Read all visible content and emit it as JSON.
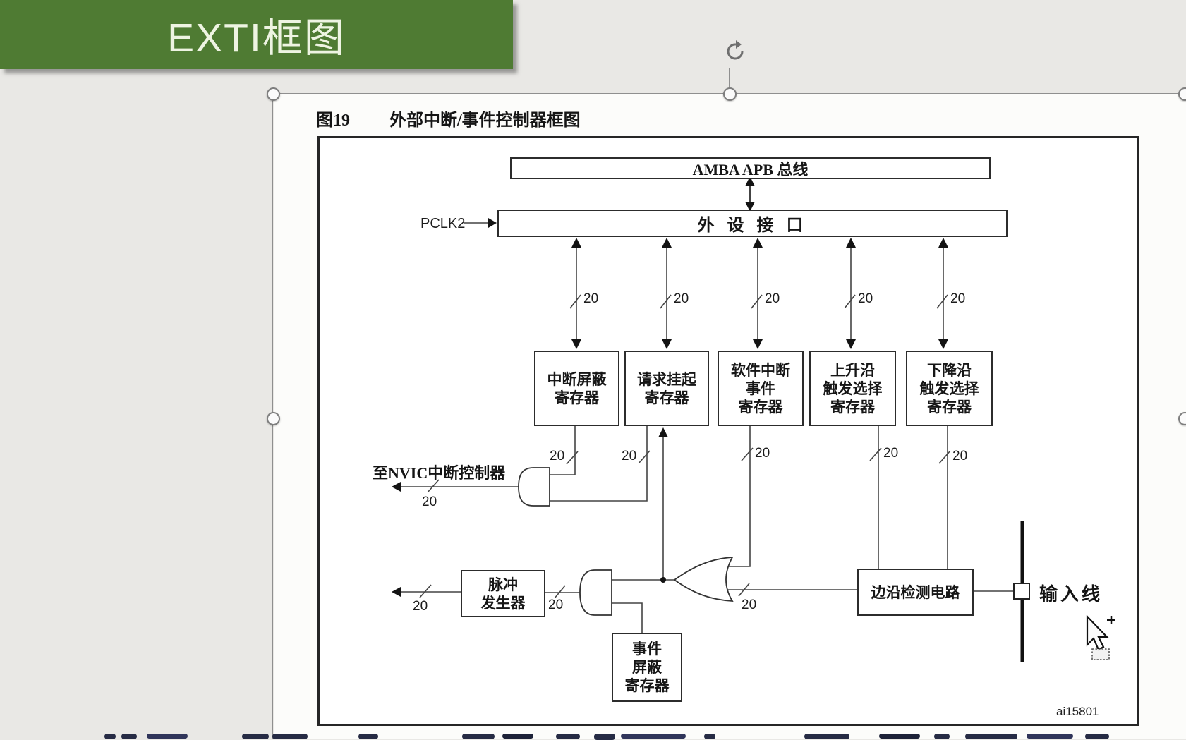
{
  "banner": {
    "title": "EXTI框图"
  },
  "figure": {
    "caption_number": "图19",
    "caption_title": "外部中断/事件控制器框图",
    "watermark": "ai15801"
  },
  "diagram": {
    "bus_box": "AMBA APB 总线",
    "peripheral_box": "外 设 接 口",
    "pclk_label": "PCLK2",
    "bus_width": "20",
    "to_nvic": "至NVIC中断控制器",
    "input_line": "输入线",
    "registers": {
      "interrupt_mask": "中断屏蔽\n寄存器",
      "pending_request": "请求挂起\n寄存器",
      "software_event": "软件中断\n事件\n寄存器",
      "rising_trigger": "上升沿\n触发选择\n寄存器",
      "falling_trigger": "下降沿\n触发选择\n寄存器",
      "event_mask": "事件\n屏蔽\n寄存器"
    },
    "pulse_generator": "脉冲\n发生器",
    "edge_detect": "边沿检测电路"
  }
}
